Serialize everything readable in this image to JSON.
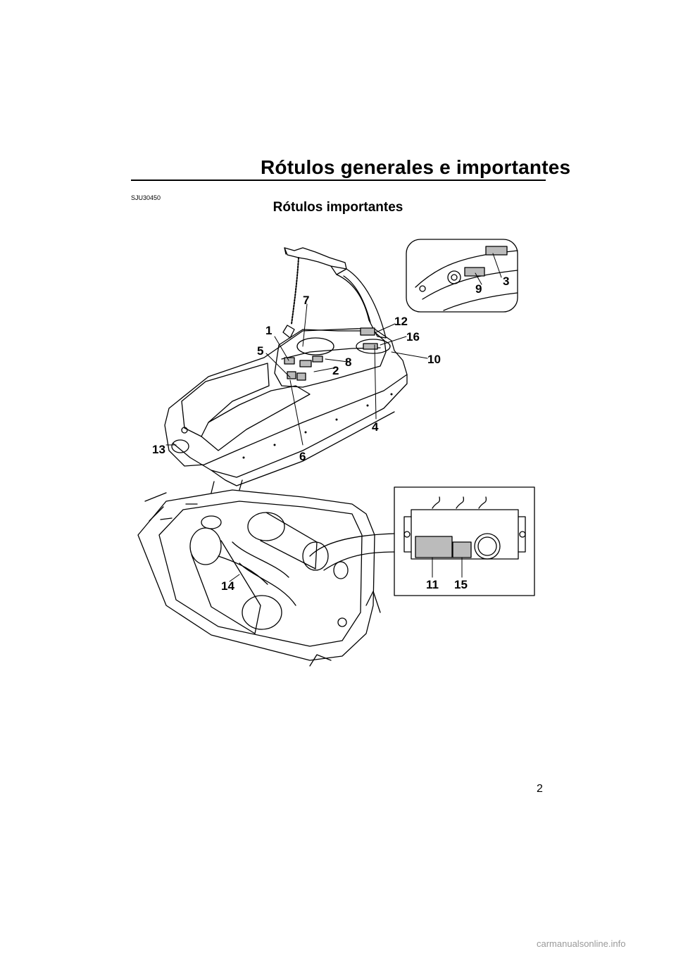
{
  "header": {
    "title": "Rótulos generales e importantes"
  },
  "document_code": "SJU30450",
  "section": {
    "title": "Rótulos importantes"
  },
  "callouts": [
    "1",
    "2",
    "3",
    "4",
    "5",
    "6",
    "7",
    "8",
    "9",
    "10",
    "11",
    "12",
    "13",
    "14",
    "15",
    "16"
  ],
  "page_number": "2",
  "watermark": "carmanualsonline.info"
}
